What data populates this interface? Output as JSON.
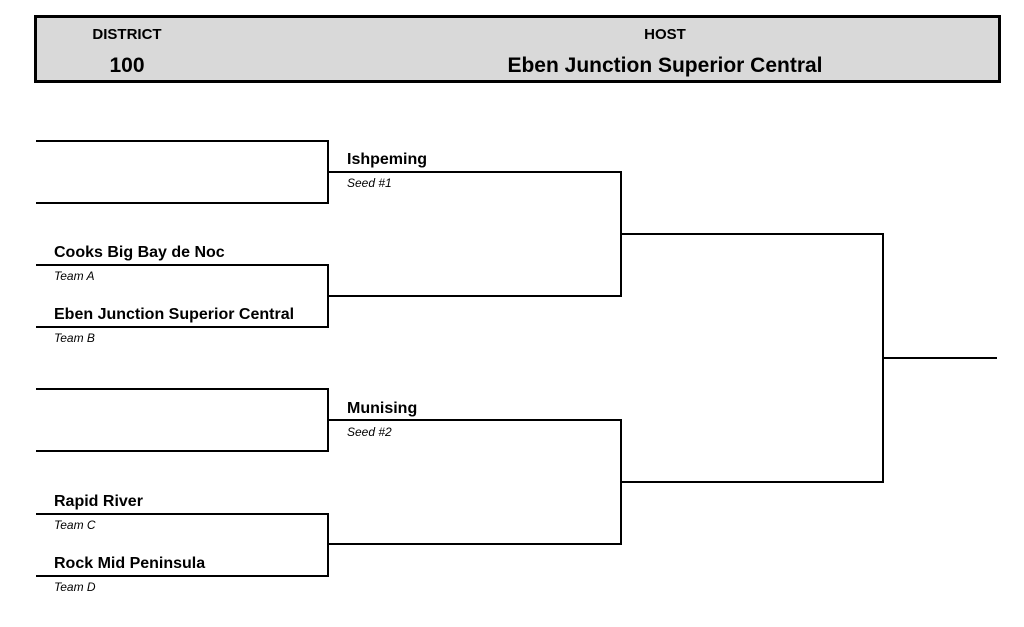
{
  "header": {
    "district_label": "DISTRICT",
    "district_value": "100",
    "host_label": "HOST",
    "host_value": "Eben Junction Superior Central"
  },
  "bracket": {
    "seeds": [
      {
        "team": "Ishpeming",
        "label": "Seed #1"
      },
      {
        "team": "Munising",
        "label": "Seed #2"
      }
    ],
    "teams": [
      {
        "team": "Cooks Big Bay de Noc",
        "label": "Team A"
      },
      {
        "team": "Eben Junction Superior Central",
        "label": "Team B"
      },
      {
        "team": "Rapid River",
        "label": "Team C"
      },
      {
        "team": "Rock Mid Peninsula",
        "label": "Team D"
      }
    ]
  }
}
